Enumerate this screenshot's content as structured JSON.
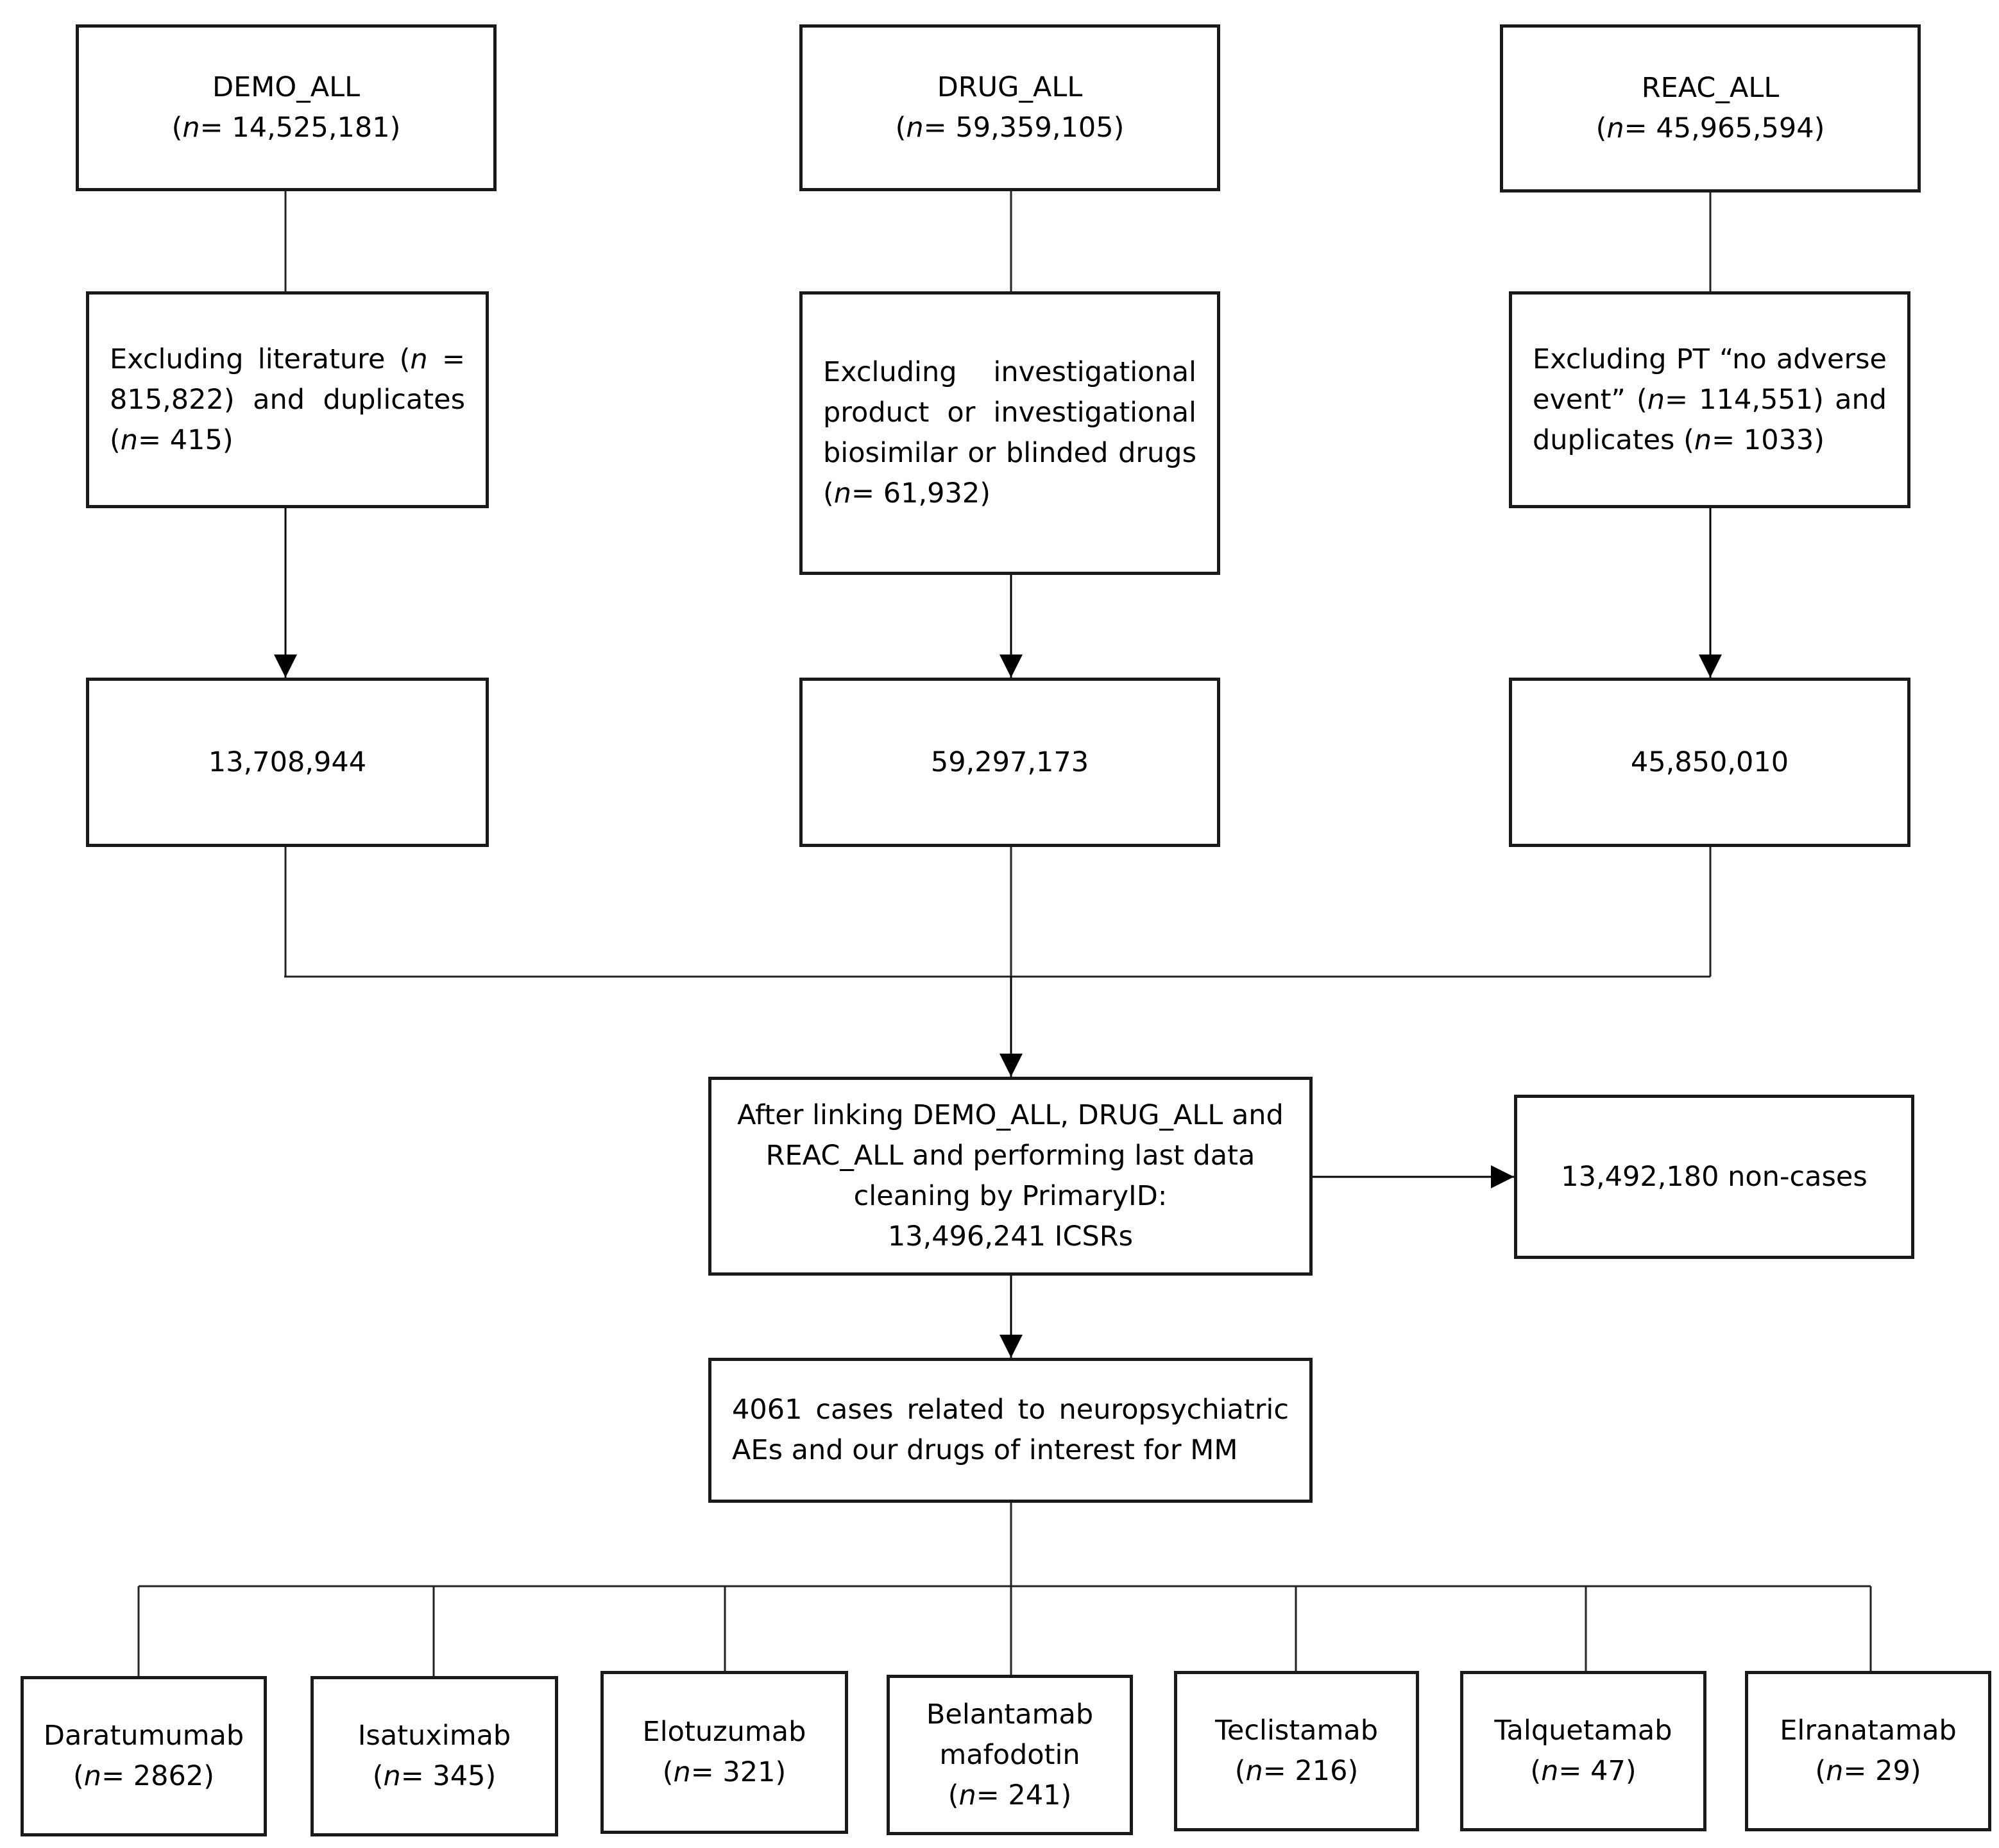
{
  "sources": [
    {
      "name": "DEMO_ALL",
      "n_label": "n",
      "n_value": "= 14,525,181)"
    },
    {
      "name": "DRUG_ALL",
      "n_label": "n",
      "n_value": "= 59,359,105)"
    },
    {
      "name": "REAC_ALL",
      "n_label": "n",
      "n_value": "= 45,965,594)"
    }
  ],
  "exclusions": [
    {
      "text_a": "Excluding literature (",
      "n1": "n",
      "text_b": " = 815,822) and duplicates (",
      "n2": "n",
      "text_c": "= 415)"
    },
    {
      "text_a": "Excluding investigational product or investigational biosimilar or blinded drugs (",
      "n1": "n",
      "text_b": "= 61,932)"
    },
    {
      "text_a": "Excluding PT “no adverse event” (",
      "n1": "n",
      "text_b": "= 114,551) and duplicates (",
      "n2": "n",
      "text_c": "= 1033)"
    }
  ],
  "counts": [
    "13,708,944",
    "59,297,173",
    "45,850,010"
  ],
  "linked": {
    "line1": "After linking DEMO_ALL, DRUG_ALL and",
    "line2": "REAC_ALL and performing last data",
    "line3": "cleaning by PrimaryID:",
    "line4": "13,496,241 ICSRs"
  },
  "noncases": "13,492,180 non-cases",
  "cases": "4061 cases related to neuropsychiatric AEs and our drugs of interest for MM",
  "drugs": [
    {
      "name": "Daratumumab",
      "n_label": "n",
      "n_value": "= 2862)"
    },
    {
      "name": "Isatuximab",
      "n_label": "n",
      "n_value": "= 345)"
    },
    {
      "name": "Elotuzumab",
      "n_label": "n",
      "n_value": "= 321)"
    },
    {
      "name_line1": "Belantamab",
      "name_line2": "mafodotin",
      "n_label": "n",
      "n_value": "= 241)"
    },
    {
      "name": "Teclistamab",
      "n_label": "n",
      "n_value": "= 216)"
    },
    {
      "name": "Talquetamab",
      "n_label": "n",
      "n_value": "= 47)"
    },
    {
      "name": "Elranatamab",
      "n_label": "n",
      "n_value": "= 29)"
    }
  ]
}
